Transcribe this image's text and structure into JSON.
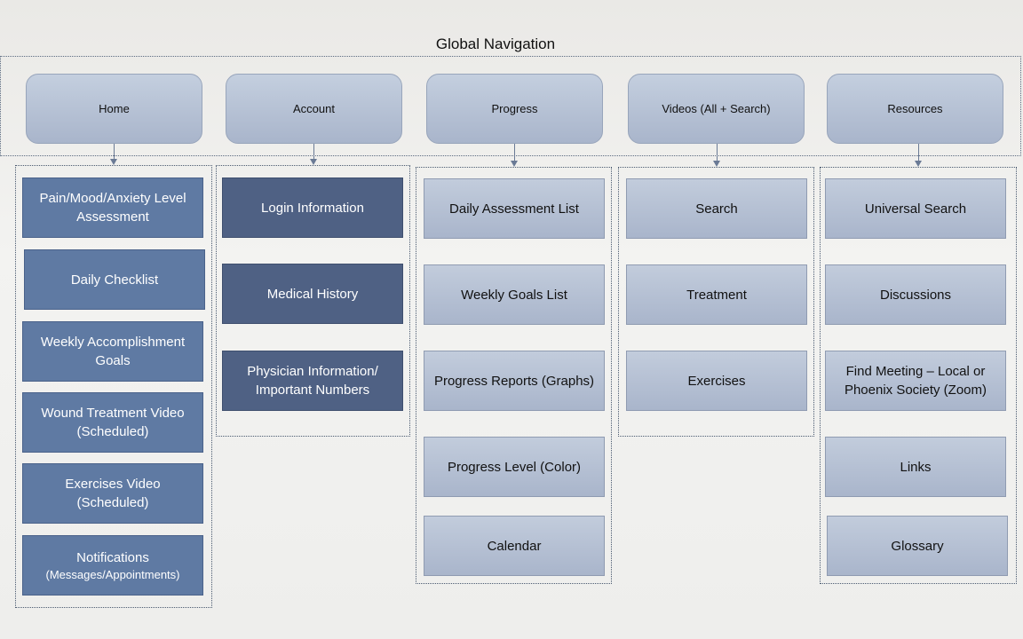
{
  "title": "Global Navigation",
  "nav": [
    "Home",
    "Account",
    "Progress",
    "Videos (All + Search)",
    "Resources"
  ],
  "home": [
    "Pain/Mood/Anxiety Level Assessment",
    "Daily Checklist",
    "Weekly Accomplishment Goals",
    "Wound Treatment Video (Scheduled)",
    "Exercises Video (Scheduled)",
    "Notifications"
  ],
  "home_notifications_sub": "(Messages/Appointments)",
  "account": [
    "Login Information",
    "Medical History",
    "Physician Information/ Important Numbers"
  ],
  "progress": [
    "Daily Assessment List",
    "Weekly Goals List",
    "Progress Reports (Graphs)",
    "Progress Level (Color)",
    "Calendar"
  ],
  "videos": [
    "Search",
    "Treatment",
    "Exercises"
  ],
  "resources": [
    "Universal Search",
    "Discussions",
    "Find Meeting – Local or Phoenix Society (Zoom)",
    "Links",
    "Glossary"
  ]
}
